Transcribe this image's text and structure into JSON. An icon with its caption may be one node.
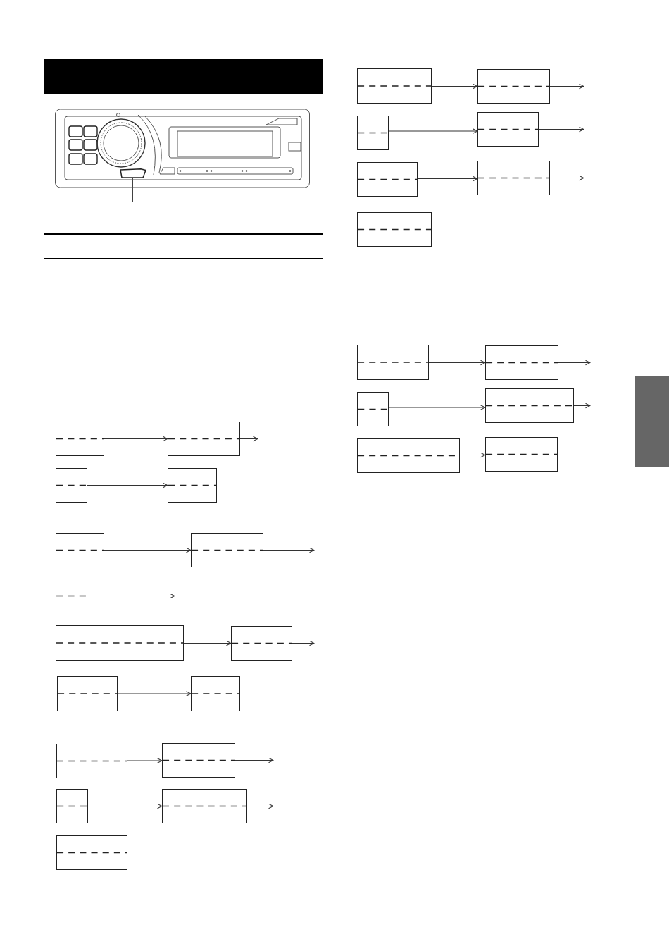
{
  "diagram": {
    "nodes": [
      {
        "text": [],
        "shape": "picture"
      },
      {
        "text": [],
        "shape": "button",
        "in": 0
      },
      {
        "text": [],
        "shape": "box"
      },
      {
        "text": [],
        "shape": "box"
      },
      {
        "text": [],
        "shape": "box"
      },
      {
        "text": [],
        "shape": "box"
      },
      {
        "text": [],
        "shape": "box"
      },
      {
        "text": [],
        "shape": "box"
      },
      {
        "text": [],
        "shape": "box"
      },
      {
        "text": [],
        "shape": "box"
      },
      {
        "text": [],
        "shape": "box"
      },
      {
        "text": [],
        "shape": "box"
      },
      {
        "text": [],
        "shape": "box"
      },
      {
        "text": [],
        "shape": "box"
      },
      {
        "text": [],
        "shape": "box"
      },
      {
        "text": [],
        "shape": "box"
      },
      {
        "text": [],
        "shape": "box"
      },
      {
        "text": [],
        "shape": "box"
      },
      {
        "text": [],
        "shape": "box"
      },
      {
        "text": [],
        "shape": "box"
      },
      {
        "text": [],
        "shape": "box"
      },
      {
        "text": [],
        "shape": "box"
      },
      {
        "text": [],
        "shape": "box"
      },
      {
        "text": [],
        "shape": "box"
      },
      {
        "text": [],
        "shape": "box"
      },
      {
        "text": [],
        "shape": "box"
      },
      {
        "text": [],
        "shape": "box"
      },
      {
        "text": [],
        "shape": "box"
      },
      {
        "text": [],
        "shape": "box"
      },
      {
        "text": [],
        "shape": "box"
      },
      {
        "text": [],
        "shape": "box"
      },
      {
        "text": [],
        "shape": "bar"
      }
    ],
    "edges": [
      {
        "from": null,
        "to": 1,
        "arrow": "none"
      },
      {
        "from": 2,
        "to": 3,
        "arrow": "to"
      },
      {
        "from": 3,
        "to": null,
        "arrow": "to"
      },
      {
        "from": 4,
        "to": 5,
        "arrow": "to"
      },
      {
        "from": 6,
        "to": 7,
        "arrow": "to"
      },
      {
        "from": 7,
        "to": null,
        "arrow": "to"
      },
      {
        "from": 8,
        "to": null,
        "arrow": "to"
      },
      {
        "from": 9,
        "to": 10,
        "arrow": "to"
      },
      {
        "from": 10,
        "to": null,
        "arrow": "to"
      },
      {
        "from": 11,
        "to": 12,
        "arrow": "to"
      },
      {
        "from": 13,
        "to": 14,
        "arrow": "to"
      },
      {
        "from": 14,
        "to": null,
        "arrow": "to"
      },
      {
        "from": 15,
        "to": 16,
        "arrow": "to"
      },
      {
        "from": 16,
        "to": null,
        "arrow": "to"
      },
      {
        "from": 18,
        "to": 19,
        "arrow": "to"
      },
      {
        "from": 19,
        "to": null,
        "arrow": "to"
      },
      {
        "from": 20,
        "to": 21,
        "arrow": "to"
      },
      {
        "from": 21,
        "to": null,
        "arrow": "to"
      },
      {
        "from": 22,
        "to": 23,
        "arrow": "to"
      },
      {
        "from": 23,
        "to": null,
        "arrow": "to"
      },
      {
        "from": 25,
        "to": 26,
        "arrow": "to"
      },
      {
        "from": 26,
        "to": null,
        "arrow": "to"
      },
      {
        "from": 27,
        "to": 28,
        "arrow": "to"
      },
      {
        "from": 28,
        "to": null,
        "arrow": "to"
      },
      {
        "from": 29,
        "to": 30,
        "arrow": "to"
      }
    ]
  }
}
